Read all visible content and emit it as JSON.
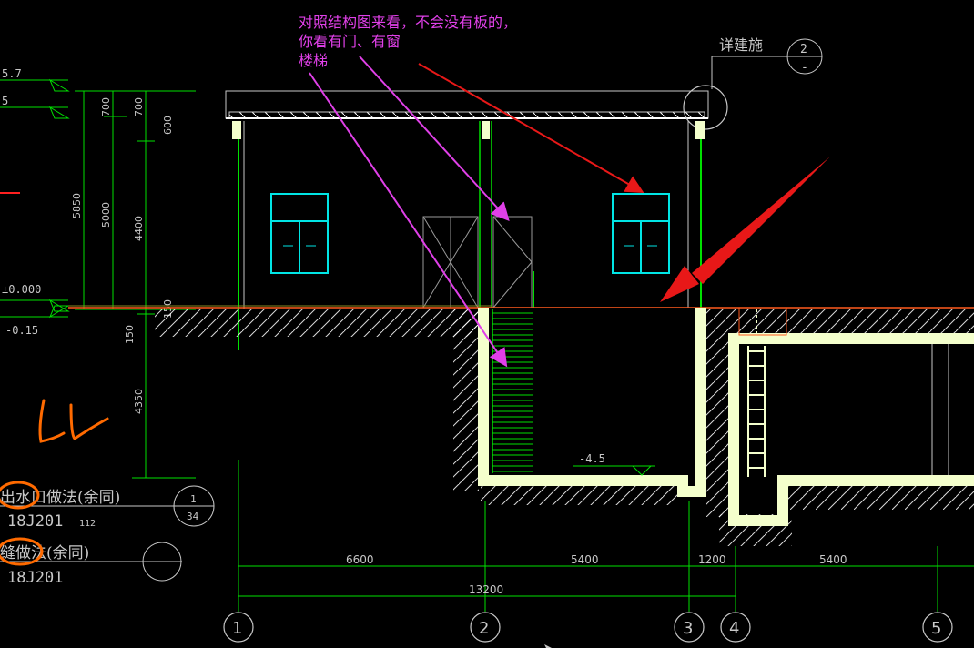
{
  "annotation": {
    "lines": [
      "对照结构图来看，不会没有板的，",
      "你看有门、有窗",
      "楼梯"
    ],
    "color": "#e040e8"
  },
  "callout": {
    "label": "详建施",
    "number": "2",
    "sheet": "-"
  },
  "levels": {
    "top": "5.7",
    "zero": "±0.000",
    "minus015": "-0.15",
    "pit": "-4.5"
  },
  "vertical_dims": {
    "outer": [
      "5850",
      "150",
      "4350"
    ],
    "mid": [
      "700",
      "5000"
    ],
    "inner": [
      "700",
      "600",
      "4400"
    ],
    "small": "150"
  },
  "horizontal_dims": {
    "spans": [
      "6600",
      "5400",
      "1200",
      "5400"
    ],
    "total": "13200"
  },
  "axes": [
    "1",
    "2",
    "3",
    "4",
    "5"
  ],
  "notes": [
    {
      "title": "出水口做法(余同)",
      "code": "18J201",
      "sub": "112",
      "circle_top": "1",
      "circle_bottom": "34"
    },
    {
      "title": "缝做法(余同)",
      "code": "18J201"
    }
  ],
  "handwriting": "Lv",
  "colors": {
    "background": "#000000",
    "structure": "#00e000",
    "walls": "#f4ffcc",
    "windows": "#00e5e5",
    "text": "#c8c8c8",
    "ground": "#ffffff",
    "level_line": "#ff5a1e",
    "red_arrow": "#e81818",
    "orange_mark": "#ff6a00"
  }
}
